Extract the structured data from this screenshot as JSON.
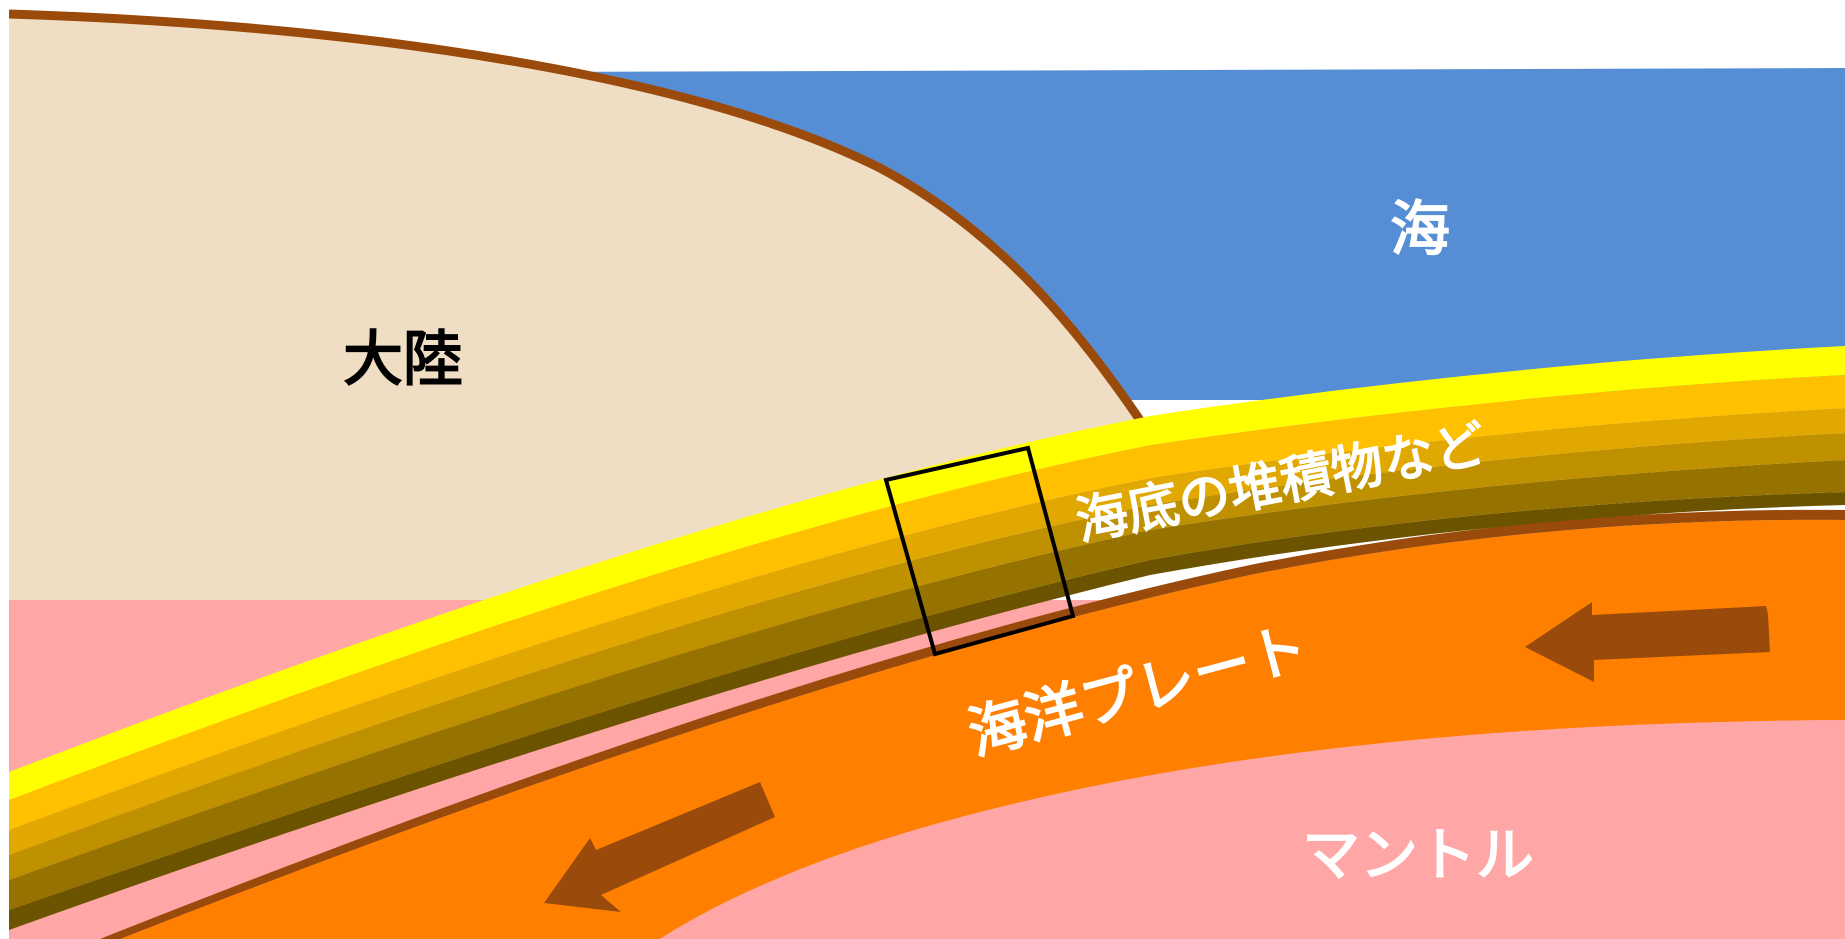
{
  "labels": {
    "continent": "大陸",
    "sea": "海",
    "sediment": "海底の堆積物など",
    "oceanic_plate": "海洋プレート",
    "mantle": "マントル"
  },
  "colors": {
    "continent_fill": "#f0dec4",
    "continent_edge": "#9a4a0a",
    "sea": "#558ed5",
    "sediment_yellow": "#ffff00",
    "sediment_1": "#ffc000",
    "sediment_2": "#e0a800",
    "sediment_3": "#bf9000",
    "sediment_4": "#967300",
    "sediment_5": "#6b5300",
    "plate_edge": "#9a4a0a",
    "oceanic_plate": "#ff8000",
    "mantle": "#ffa6a6",
    "arrow": "#9a4a0a",
    "frame": "#000000",
    "continent_text": "#000000",
    "label_text": "#ffffff"
  },
  "arrows": [
    {
      "name": "plate-motion-arrow-right",
      "direction": "left"
    },
    {
      "name": "plate-motion-arrow-left",
      "direction": "down-left"
    }
  ],
  "callout": "sediment-sample-frame"
}
